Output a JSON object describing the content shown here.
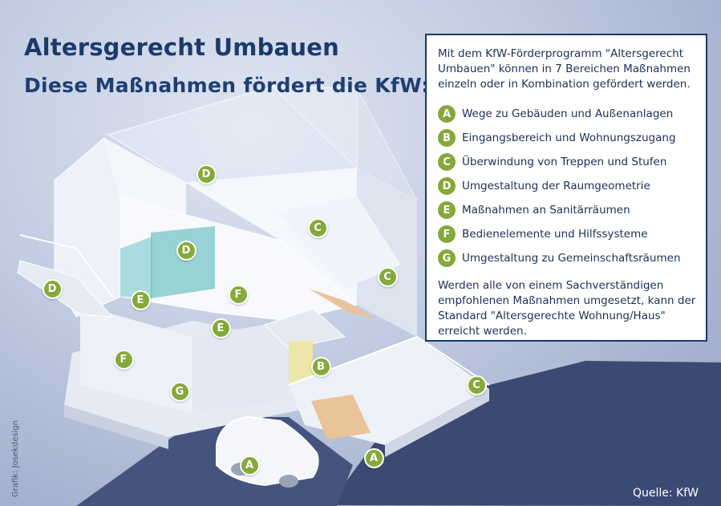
{
  "title": "Altersgerecht Umbauen",
  "subtitle": "Diese Maßnahmen fördert die KfW:",
  "panel": {
    "intro": "Mit dem KfW-Förderprogramm \"Altersgerecht Umbauen\" können in 7 Bereichen Maßnahmen einzeln oder in Kombination gefördert werden.",
    "items": [
      {
        "key": "A",
        "label": "Wege zu Gebäuden und Außenanlagen"
      },
      {
        "key": "B",
        "label": "Eingangsbereich und Wohnungszugang"
      },
      {
        "key": "C",
        "label": "Überwindung von Treppen und Stufen"
      },
      {
        "key": "D",
        "label": "Umgestaltung der Raumgeometrie"
      },
      {
        "key": "E",
        "label": "Maßnahmen an Sanitärräumen"
      },
      {
        "key": "F",
        "label": "Bedienelemente und Hilfssysteme"
      },
      {
        "key": "G",
        "label": "Umgestaltung zu Gemeinschaftsräumen"
      }
    ],
    "outro": "Werden alle von einem Sachverständigen empfohlenen Maßnahmen umgesetzt, kann der Standard \"Altersgerechte Wohnung/Haus\" erreicht werden."
  },
  "markers": [
    "D",
    "C",
    "D",
    "C",
    "D",
    "E",
    "F",
    "E",
    "F",
    "B",
    "G",
    "C",
    "A",
    "A"
  ],
  "credit": "Grafik: Josekdesign",
  "source": "Quelle: KfW",
  "colors": {
    "title": "#1b3a6b",
    "marker": "#86a93b",
    "panel_border": "#1c3766",
    "road": "#3b4a72",
    "bathroom": "#4bb3b3",
    "stairs": "#e9c39a"
  }
}
